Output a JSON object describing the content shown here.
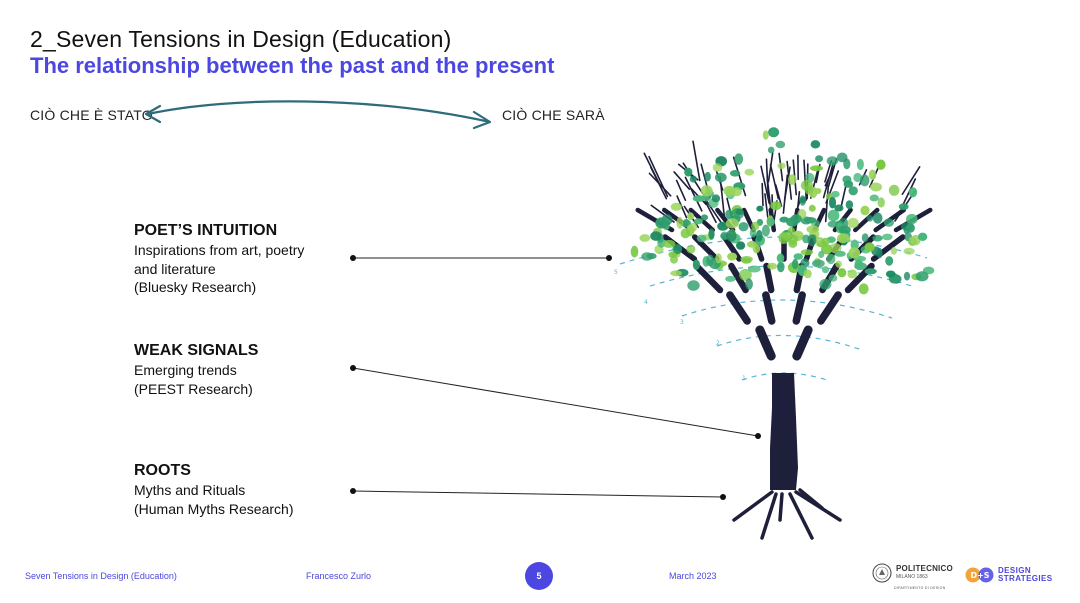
{
  "slide": {
    "title": "2_Seven Tensions in Design (Education)",
    "subtitle": "The relationship between the past and the present"
  },
  "timeline": {
    "left_label": "CIÒ CHE È STATO",
    "right_label": "CIÒ CHE SARÀ"
  },
  "sections": [
    {
      "heading": "POET’S INTUITION",
      "lines": [
        "Inspirations from art, poetry",
        "and literature",
        "(Bluesky Research)"
      ]
    },
    {
      "heading": "WEAK SIGNALS",
      "lines": [
        "Emerging trends",
        "(PEEST Research)"
      ]
    },
    {
      "heading": "ROOTS",
      "lines": [
        "Myths and Rituals",
        "(Human Myths Research)"
      ]
    }
  ],
  "tree": {
    "ring_numbers": [
      "5",
      "4",
      "3",
      "2",
      "1"
    ]
  },
  "footer": {
    "course": "Seven Tensions in Design (Education)",
    "author": "Francesco Zurlo",
    "page": "5",
    "date": "March 2023",
    "poli_name": "POLITECNICO",
    "poli_sub": "MILANO 1863",
    "poli_dept": "DIPARTIMENTO DI DESIGN",
    "ds_mark": "D+S",
    "ds_line1": "DESIGN",
    "ds_line2": "STRATEGIES"
  },
  "colors": {
    "accent": "#4b47e0",
    "arrow": "#2e6b7c",
    "trunk": "#1e1f3a",
    "leaf_dark": "#2f9e6e",
    "leaf_light": "#7ac943",
    "ring": "#5bb5d5"
  }
}
